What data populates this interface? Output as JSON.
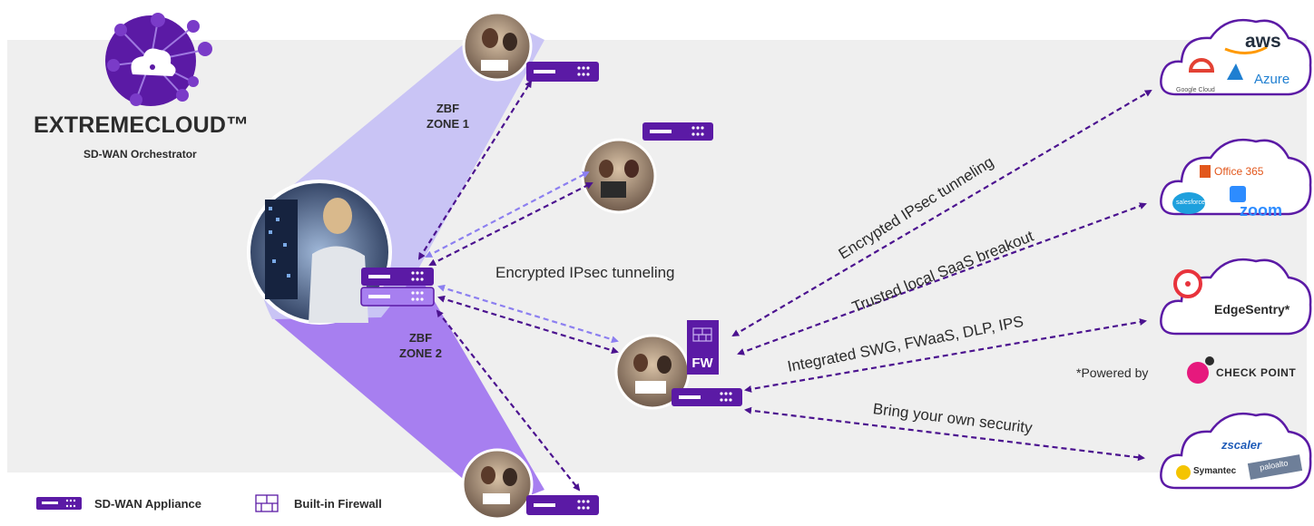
{
  "brand": {
    "title": "EXTREMECLOUD™",
    "subtitle": "SD-WAN Orchestrator"
  },
  "zones": {
    "zone1": [
      "ZBF",
      "ZONE 1"
    ],
    "zone2": [
      "ZBF",
      "ZONE 2"
    ]
  },
  "labels": {
    "center_tunnel": "Encrypted IPsec tunneling",
    "diag_tunnel": "Encrypted IPsec tunneling",
    "saas": "Trusted local SaaS breakout",
    "security": "Integrated SWG, FWaaS, DLP, IPS",
    "byos": "Bring your own security"
  },
  "firewall_badge": "FW",
  "clouds": {
    "public": {
      "aws": "aws",
      "azure": "Azure",
      "google": "Google Cloud"
    },
    "saas": {
      "office": "Office 365",
      "salesforce": "salesforce",
      "zoom": "zoom"
    },
    "edgesentry": "EdgeSentry*",
    "byos": {
      "zscaler": "zscaler",
      "symantec": "Symantec",
      "paloalto": "paloalto"
    }
  },
  "powered_by": "*Powered by",
  "checkpoint": "CHECK POINT",
  "legend": {
    "appliance": "SD-WAN Appliance",
    "firewall": "Built-in Firewall"
  },
  "colors": {
    "purple": "#5b1aa5",
    "dark_purple": "#4b128f",
    "light_zone": "#c9c4f5",
    "dark_zone": "#a77ff0",
    "gray_band": "#efefef",
    "light_arrow": "#8c7ff0"
  }
}
